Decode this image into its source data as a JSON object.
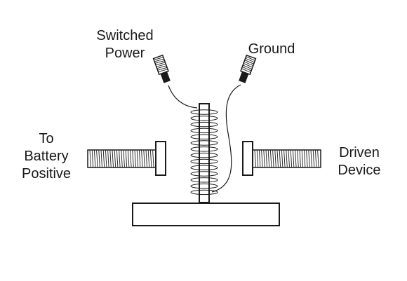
{
  "labels": {
    "switched_power_line1": "Switched",
    "switched_power_line2": "Power",
    "ground": "Ground",
    "battery_line1": "To",
    "battery_line2": "Battery",
    "battery_line3": "Positive",
    "driven_line1": "Driven",
    "driven_line2": "Device"
  },
  "colors": {
    "ink": "#1a1a1a",
    "background": "#ffffff"
  }
}
